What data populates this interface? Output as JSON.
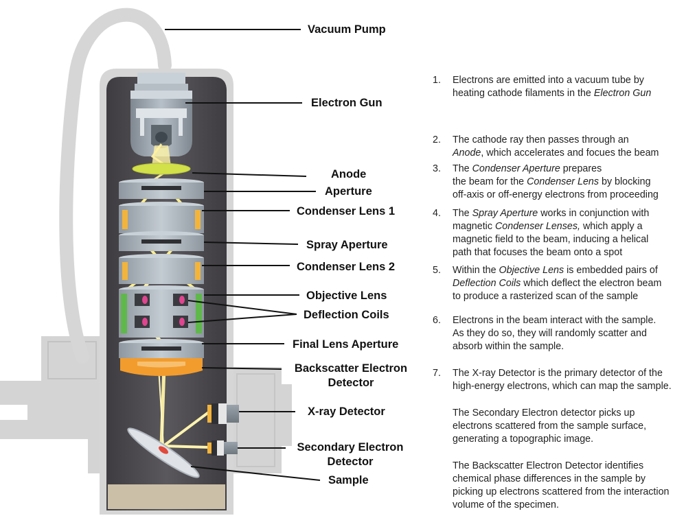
{
  "labels": {
    "vacuum_pump": "Vacuum Pump",
    "electron_gun": "Electron Gun",
    "anode": "Anode",
    "aperture": "Aperture",
    "condenser_lens_1": "Condenser Lens 1",
    "spray_aperture": "Spray Aperture",
    "condenser_lens_2": "Condenser Lens 2",
    "objective_lens": "Objective Lens",
    "deflection_coils": "Deflection Coils",
    "final_lens_aperture": "Final Lens Aperture",
    "backscatter_detector_line1": "Backscatter Electron",
    "backscatter_detector_line2": "Detector",
    "xray_detector": "X-ray Detector",
    "secondary_detector_line1": "Secondary Electron",
    "secondary_detector_line2": "Detector",
    "sample": "Sample"
  },
  "steps": [
    {
      "num": "1.",
      "lines": [
        [
          {
            "t": "Electrons are emitted into a vacuum tube by"
          }
        ],
        [
          {
            "t": "heating cathode filaments in the "
          },
          {
            "t": "Electron Gun",
            "i": true
          }
        ]
      ]
    },
    {
      "num": "2.",
      "lines": [
        [
          {
            "t": "The cathode ray then passes through an"
          }
        ],
        [
          {
            "t": "Anode",
            "i": true
          },
          {
            "t": ", which accelerates and focues the beam"
          }
        ]
      ]
    },
    {
      "num": "3.",
      "lines": [
        [
          {
            "t": "The "
          },
          {
            "t": "Condenser Aperture",
            "i": true
          },
          {
            "t": " prepares"
          }
        ],
        [
          {
            "t": "the beam for the "
          },
          {
            "t": "Condenser Lens",
            "i": true
          },
          {
            "t": " by blocking"
          }
        ],
        [
          {
            "t": "off-axis or off-energy electrons from proceeding"
          }
        ]
      ]
    },
    {
      "num": "4.",
      "lines": [
        [
          {
            "t": "The "
          },
          {
            "t": "Spray Aperture",
            "i": true
          },
          {
            "t": " works in conjunction with"
          }
        ],
        [
          {
            "t": "magnetic "
          },
          {
            "t": "Condenser Lenses,",
            "i": true
          },
          {
            "t": " which apply a"
          }
        ],
        [
          {
            "t": "magnetic field to the beam, inducing a helical"
          }
        ],
        [
          {
            "t": "path that focuses the beam onto a spot"
          }
        ]
      ]
    },
    {
      "num": "5.",
      "lines": [
        [
          {
            "t": "Within the "
          },
          {
            "t": "Objective Lens",
            "i": true
          },
          {
            "t": " is embedded pairs of"
          }
        ],
        [
          {
            "t": "Deflection Coils",
            "i": true
          },
          {
            "t": " which deflect the electron beam"
          }
        ],
        [
          {
            "t": "to produce a rasterized scan of the sample"
          }
        ]
      ]
    },
    {
      "num": "6.",
      "lines": [
        [
          {
            "t": "Electrons in the beam interact with the sample."
          }
        ],
        [
          {
            "t": "As they do so, they will randomly scatter and"
          }
        ],
        [
          {
            "t": "absorb within the sample."
          }
        ]
      ]
    },
    {
      "num": "7.",
      "lines": [
        [
          {
            "t": "The X-ray Detector is the primary detector of the"
          }
        ],
        [
          {
            "t": "high-energy electrons, which can map the sample."
          }
        ]
      ]
    },
    {
      "num": "",
      "lines": [
        [
          {
            "t": "The Secondary Electron detector picks up"
          }
        ],
        [
          {
            "t": "electrons scattered from the sample surface,"
          }
        ],
        [
          {
            "t": "generating a topographic image."
          }
        ]
      ]
    },
    {
      "num": "",
      "lines": [
        [
          {
            "t": "The Backscatter Electron Detector identifies"
          }
        ],
        [
          {
            "t": "chemical phase differences in the sample by"
          }
        ],
        [
          {
            "t": "picking up electrons scattered from the interaction"
          }
        ],
        [
          {
            "t": "volume of the specimen."
          }
        ]
      ]
    }
  ],
  "colors": {
    "housing": "#d4d4d4",
    "column": "#4c4a4e",
    "lens_body": "#a9b2ba",
    "lens_top": "#c9d1d8",
    "anode": "#d2e04a",
    "coil_yellow": "#f3b43b",
    "coil_green": "#5fb84a",
    "coil_pink": "#e0458f",
    "beam": "#fff4a6",
    "backscatter": "#f29c2d",
    "sample_base": "#cbbfa8"
  }
}
